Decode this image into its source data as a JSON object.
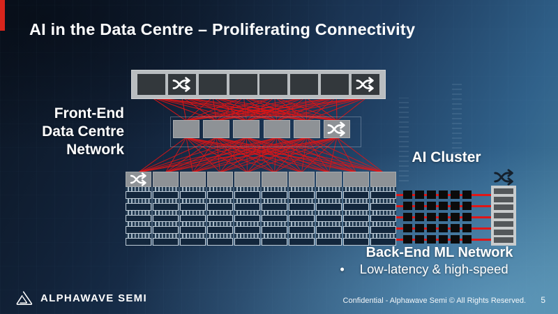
{
  "slide": {
    "title": "AI in the Data Centre – Proliferating Connectivity",
    "page_number": "5",
    "footer": {
      "brand": "ALPHAWAVE SEMI",
      "confidential": "Confidential -  Alphawave Semi © All Rights Reserved."
    },
    "labels": {
      "front_end": [
        "Front-End",
        "Data Centre",
        "Network"
      ],
      "ai_cluster": "AI Cluster",
      "back_end_heading": "Back-End ML Network",
      "back_end_bullet": "Low-latency & high-speed",
      "bullet_glyph": "•"
    },
    "colors": {
      "accent_red": "#d9251c",
      "mesh_red": "#e51414",
      "link_red": "#e01616",
      "spine_bar_gray": "#b9bdc0",
      "spine_square_dark": "#33383c",
      "node_gray": "#8e9296",
      "server_dark": "#13273d",
      "chip_black": "#0b0b0b",
      "rack_gray": "#c9cccd",
      "rack_slat": "#53575a",
      "dark_switch_icon": "#15202c",
      "white": "#ffffff"
    },
    "diagram": {
      "spine_row": {
        "squares": 8,
        "switch_indices": [
          1,
          7
        ]
      },
      "leaf_row": {
        "squares": 6,
        "switch_indices": [
          5
        ]
      },
      "tor_row": {
        "cells": 10,
        "switch_indices": [
          0
        ]
      },
      "server_grid": {
        "columns": 10,
        "rows": 5
      },
      "backend_links": {
        "lines": 5,
        "chips_per_line": 6
      },
      "rack_slats": 7
    }
  }
}
